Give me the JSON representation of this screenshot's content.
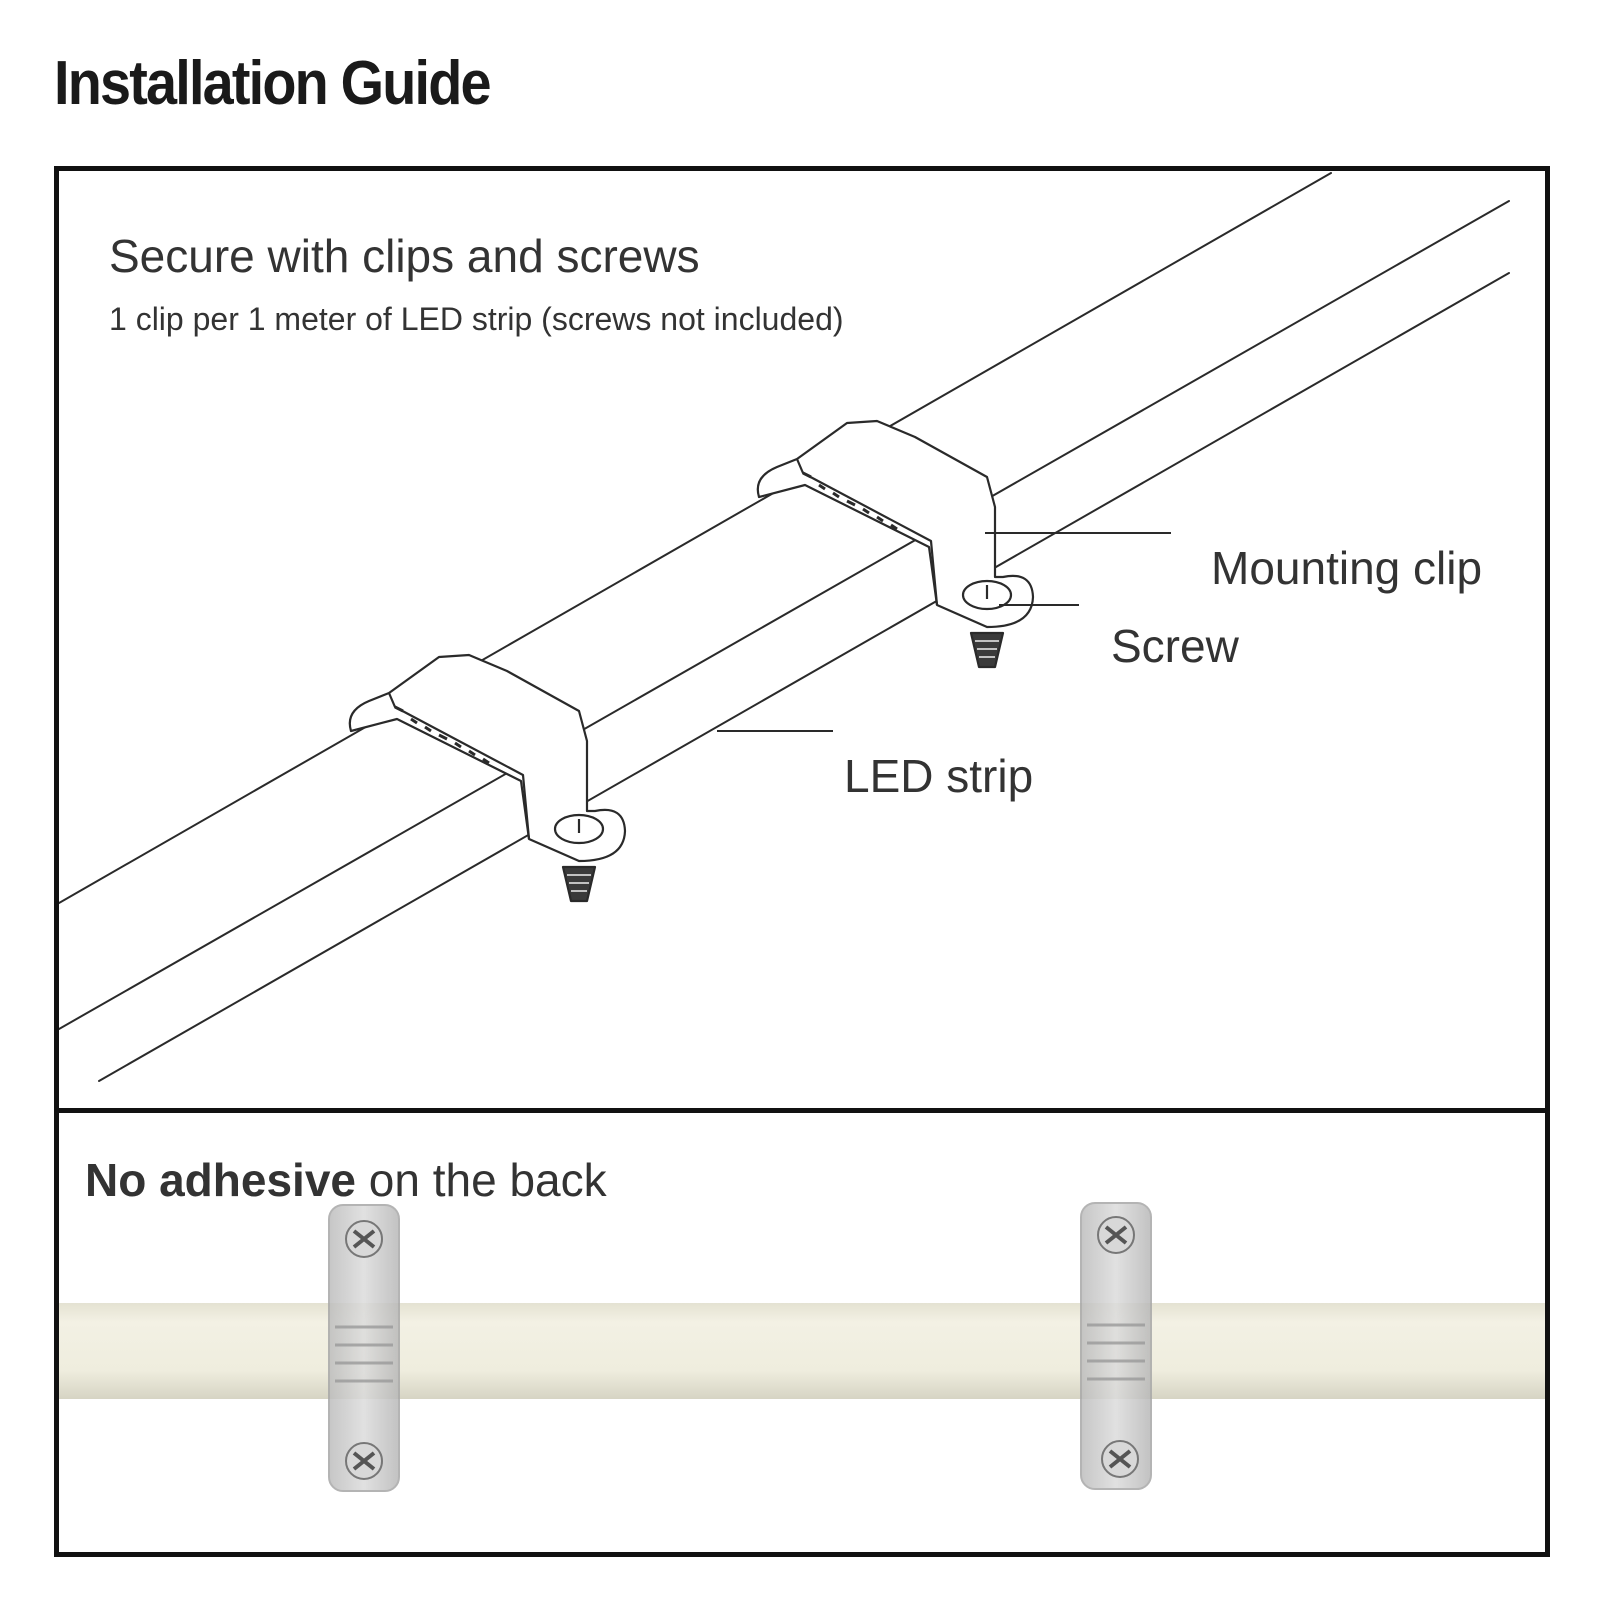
{
  "title": "Installation Guide",
  "top_panel": {
    "heading": "Secure with clips and screws",
    "subheading": "1 clip per 1 meter of LED strip (screws not included)",
    "labels": {
      "mounting_clip": "Mounting clip",
      "screw": "Screw",
      "led_strip": "LED strip"
    }
  },
  "bottom_panel": {
    "heading_bold": "No adhesive",
    "heading_rest": " on the back"
  },
  "colors": {
    "frame": "#111111",
    "text": "#333333",
    "strip_fill": "#f1efdf",
    "clip_fill": "#cfcfcf"
  }
}
